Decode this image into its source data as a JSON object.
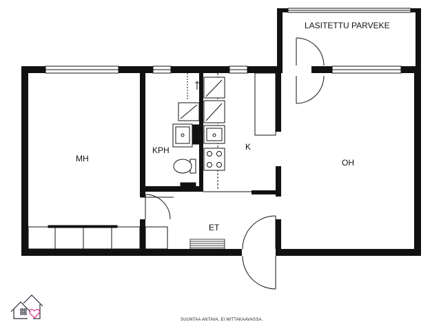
{
  "rooms": {
    "mh": "MH",
    "kph": "KPH",
    "k": "K",
    "oh": "OH",
    "et": "ET",
    "balcony": "LASITETTU PARVEKE"
  },
  "footer": {
    "note": "SUUNTAA ANTAVA, EI MITTAKAAVASSA."
  },
  "logo": {
    "icon": "house-heart-logo-icon"
  },
  "colors": {
    "wall": "#111111",
    "logo_line": "#2b2b3a",
    "logo_heart": "#e0489a"
  }
}
